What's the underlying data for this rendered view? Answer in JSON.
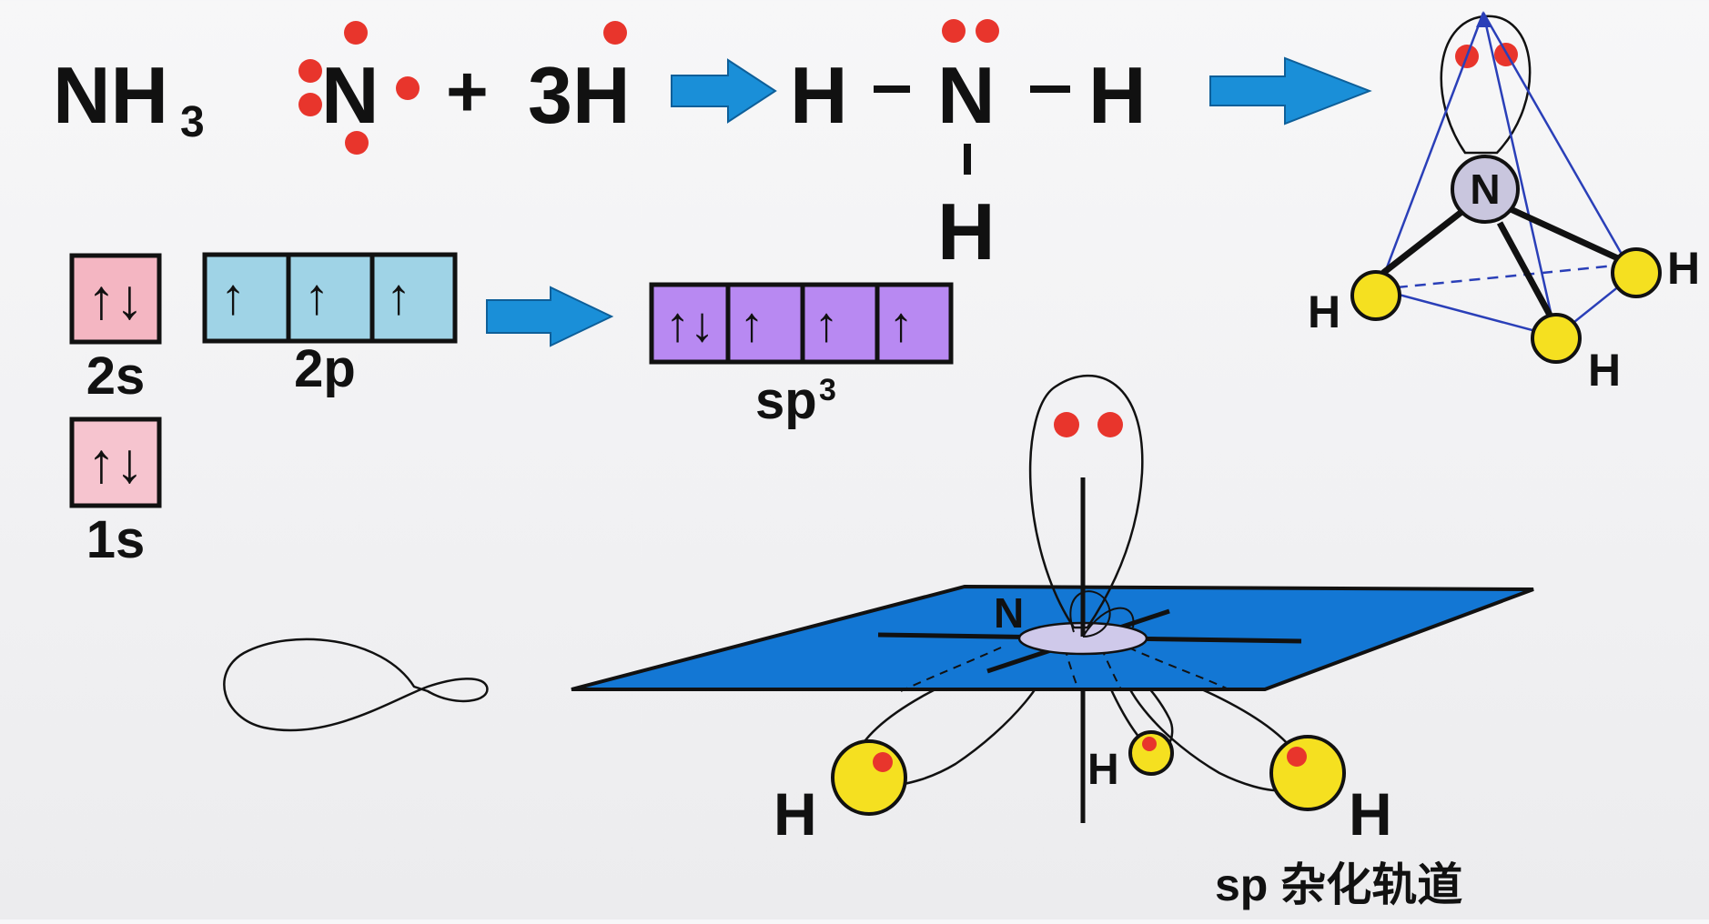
{
  "equation": {
    "molecule": "NH",
    "molecule_sub": "3",
    "n_symbol": "N",
    "plus": "+",
    "h_count": "3H",
    "lewis_h_left": "H",
    "lewis_n": "N",
    "lewis_h_right": "H",
    "lewis_h_bottom": "H"
  },
  "orbitals": {
    "s2": {
      "label": "2s",
      "arrows": "↑↓",
      "color": "#f4b6c2"
    },
    "p2": {
      "label": "2p",
      "arrows": [
        "↑",
        "↑",
        "↑"
      ],
      "color": "#9fd3e6"
    },
    "s1": {
      "label": "1s",
      "arrows": "↑↓",
      "color": "#f6c4cf"
    },
    "sp3": {
      "label": "sp",
      "label_sup": "3",
      "arrows": [
        "↑↓",
        "↑",
        "↑",
        "↑"
      ],
      "color": "#b889f2"
    }
  },
  "tetrahedron": {
    "center": "N",
    "h_labels": [
      "H",
      "H",
      "H"
    ]
  },
  "model3d": {
    "n_label": "N",
    "h_labels": [
      "H",
      "H",
      "H"
    ],
    "caption": "sp 杂化轨道"
  },
  "colors": {
    "arrow": "#1a8fd8",
    "electron": "#e8352c",
    "hydrogen": "#f5e020",
    "plane": "#1377d4",
    "bond_blue": "#2a3fb8"
  }
}
